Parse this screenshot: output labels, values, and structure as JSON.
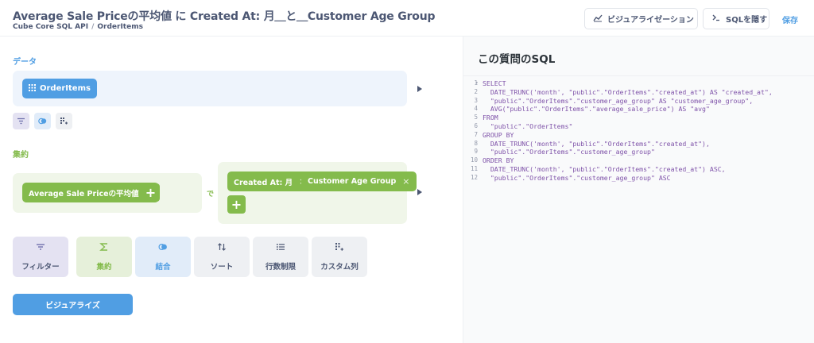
{
  "header": {
    "title": "Average Sale Priceの平均値 に Created At: 月＿と＿Customer Age Group",
    "breadcrumb": [
      "Cube Core SQL API",
      "OrderItems"
    ],
    "breadcrumb_sep": "/",
    "visualization_button": "ビジュアライゼーション",
    "sql_button": "SQLを隠す",
    "save_label": "保存"
  },
  "editor": {
    "data_label": "データ",
    "table_name": "OrderItems",
    "summarize_label": "集約",
    "metric": "Average Sale Priceの平均値",
    "by_label": "で",
    "groupings": [
      "Created At: 月",
      "Customer Age Group"
    ],
    "remove_glyph": "×",
    "add_glyph": "+",
    "actions": {
      "filter": "フィルター",
      "summarize": "集約",
      "join": "結合",
      "sort": "ソート",
      "limit": "行数制限",
      "custom_column": "カスタム列"
    },
    "visualize_button": "ビジュアライズ"
  },
  "sql_panel": {
    "title": "この質問のSQL",
    "lines": [
      "SELECT",
      "  DATE_TRUNC('month', \"public\".\"OrderItems\".\"created_at\") AS \"created_at\",",
      "  \"public\".\"OrderItems\".\"customer_age_group\" AS \"customer_age_group\",",
      "  AVG(\"public\".\"OrderItems\".\"average_sale_price\") AS \"avg\"",
      "FROM",
      "  \"public\".\"OrderItems\"",
      "GROUP BY",
      "  DATE_TRUNC('month', \"public\".\"OrderItems\".\"created_at\"),",
      "  \"public\".\"OrderItems\".\"customer_age_group\"",
      "ORDER BY",
      "  DATE_TRUNC('month', \"public\".\"OrderItems\".\"created_at\") ASC,",
      "  \"public\".\"OrderItems\".\"customer_age_group\" ASC"
    ]
  },
  "colors": {
    "brand": "#509ee3",
    "summarize": "#84bb4c",
    "filter": "#7172ad",
    "text": "#4c5773"
  },
  "icons": [
    "chart-icon",
    "terminal-icon",
    "grid-icon",
    "filter-icon",
    "join-icon",
    "custom-column-icon",
    "sigma-icon",
    "sort-icon",
    "list-icon"
  ]
}
